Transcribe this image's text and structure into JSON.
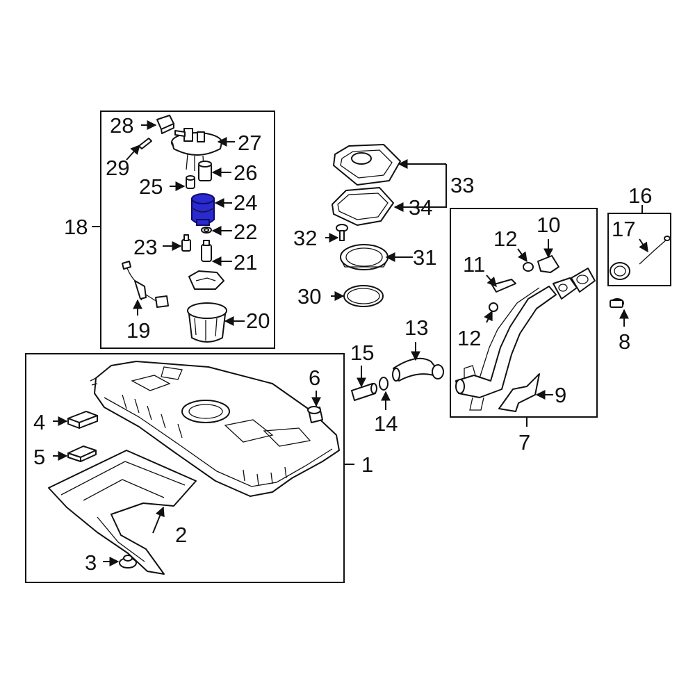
{
  "callouts": {
    "c1": "1",
    "c2": "2",
    "c3": "3",
    "c4": "4",
    "c5": "5",
    "c6": "6",
    "c7": "7",
    "c8": "8",
    "c9": "9",
    "c10": "10",
    "c11": "11",
    "c12a": "12",
    "c12b": "12",
    "c13": "13",
    "c14": "14",
    "c15": "15",
    "c16": "16",
    "c17": "17",
    "c18": "18",
    "c19": "19",
    "c20": "20",
    "c21": "21",
    "c22": "22",
    "c23": "23",
    "c24": "24",
    "c25": "25",
    "c26": "26",
    "c27": "27",
    "c28": "28",
    "c29": "29",
    "c30": "30",
    "c31": "31",
    "c32": "32",
    "c33": "33",
    "c34": "34"
  },
  "colors": {
    "line": "#111111",
    "highlight": "#2a2ad0",
    "background": "#ffffff"
  },
  "highlighted_part": "24"
}
